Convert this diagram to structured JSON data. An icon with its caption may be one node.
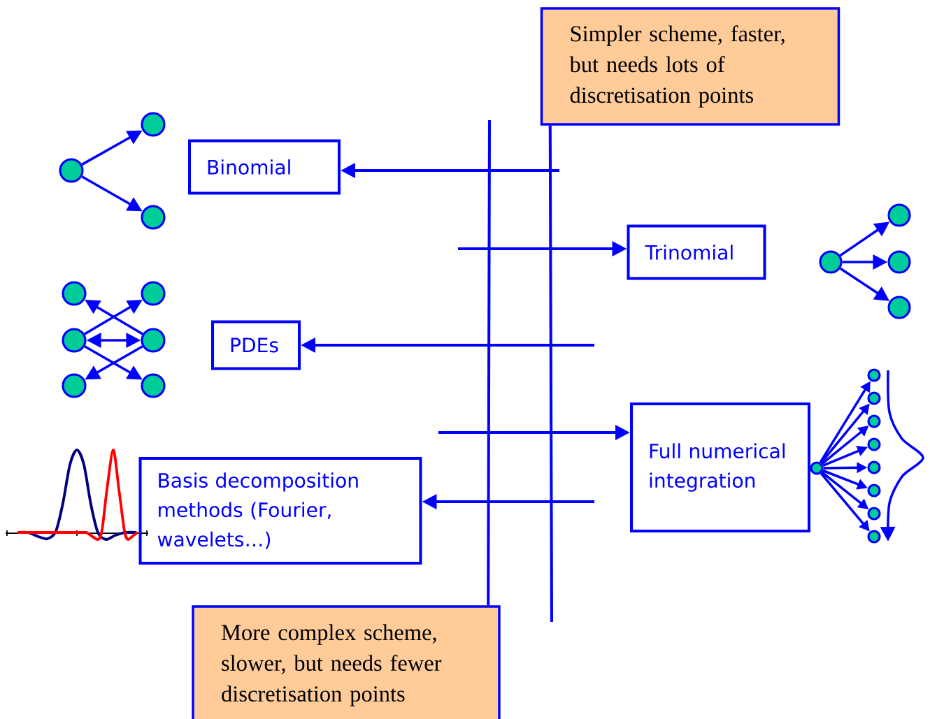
{
  "diagram": {
    "nodes": [
      {
        "text": [
          "Simpler scheme, faster, but needs lots of discretisation points"
        ]
      },
      {
        "text": [
          "Binomial"
        ]
      },
      {
        "text": [
          "Trinomial"
        ]
      },
      {
        "text": [
          "PDEs"
        ]
      },
      {
        "text": [
          "Full numerical integration"
        ]
      },
      {
        "text": [
          "Basis decomposition methods (Fourier, wavelets…)"
        ]
      },
      {
        "text": [
          "More complex scheme, slower, but needs fewer discretisation points"
        ]
      },
      {
        "text": [],
        "shape": "circle"
      },
      {
        "text": [],
        "shape": "circle"
      },
      {
        "text": [],
        "shape": "circle"
      },
      {
        "text": [],
        "shape": "circle"
      },
      {
        "text": [],
        "shape": "circle"
      },
      {
        "text": [],
        "shape": "circle"
      },
      {
        "text": [],
        "shape": "circle"
      },
      {
        "text": [],
        "shape": "circle"
      },
      {
        "text": [],
        "shape": "circle"
      },
      {
        "text": [],
        "shape": "circle"
      },
      {
        "text": [],
        "shape": "circle"
      },
      {
        "text": [],
        "shape": "circle"
      },
      {
        "text": [],
        "shape": "circle"
      },
      {
        "text": [],
        "shape": "circle"
      },
      {
        "text": [],
        "shape": "circle"
      },
      {
        "text": [],
        "shape": "circle"
      },
      {
        "text": [],
        "shape": "circle"
      },
      {
        "text": [],
        "shape": "circle"
      },
      {
        "text": [],
        "shape": "circle"
      },
      {
        "text": [],
        "shape": "circle"
      },
      {
        "text": [],
        "shape": "circle"
      },
      {
        "text": [],
        "shape": "circle"
      }
    ],
    "edges": [
      {
        "from": null,
        "to": 1,
        "arrow": "to"
      },
      {
        "from": null,
        "to": 2,
        "arrow": "to"
      },
      {
        "from": null,
        "to": 3,
        "arrow": "to"
      },
      {
        "from": null,
        "to": 4,
        "arrow": "to"
      },
      {
        "from": null,
        "to": 5,
        "arrow": "to"
      },
      {
        "from": 0,
        "to": null,
        "arrow": "none"
      },
      {
        "from": 6,
        "to": null,
        "arrow": "none"
      },
      {
        "from": 7,
        "to": 8,
        "arrow": "to"
      },
      {
        "from": 7,
        "to": 9,
        "arrow": "to"
      },
      {
        "from": 12,
        "to": 11,
        "arrow": "to"
      },
      {
        "from": 13,
        "to": 10,
        "arrow": "to"
      },
      {
        "from": 12,
        "to": 13,
        "arrow": "both"
      },
      {
        "from": 13,
        "to": 14,
        "arrow": "to"
      },
      {
        "from": 12,
        "to": 15,
        "arrow": "to"
      },
      {
        "from": 16,
        "to": 17,
        "arrow": "to"
      },
      {
        "from": 16,
        "to": 18,
        "arrow": "to"
      },
      {
        "from": 16,
        "to": 19,
        "arrow": "to"
      },
      {
        "from": 20,
        "to": 21,
        "arrow": "to"
      },
      {
        "from": 20,
        "to": 22,
        "arrow": "to"
      },
      {
        "from": 20,
        "to": 23,
        "arrow": "to"
      },
      {
        "from": 20,
        "to": 24,
        "arrow": "to"
      },
      {
        "from": 20,
        "to": 25,
        "arrow": "to"
      },
      {
        "from": 20,
        "to": 26,
        "arrow": "to"
      },
      {
        "from": 20,
        "to": 27,
        "arrow": "to"
      },
      {
        "from": 20,
        "to": 28,
        "arrow": "to"
      }
    ]
  }
}
